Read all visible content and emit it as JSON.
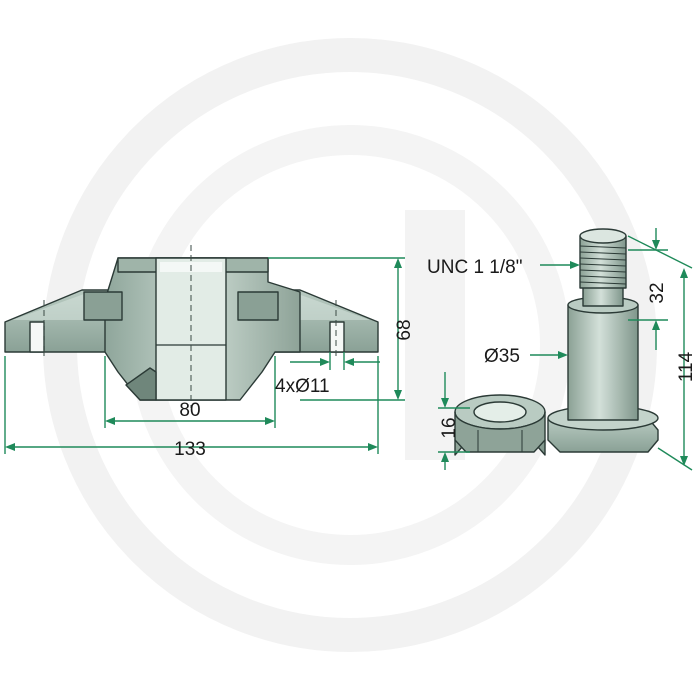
{
  "colors": {
    "dimension": "#1f8a5a",
    "part_light": "#c7d5ce",
    "part_mid": "#a9bdb3",
    "part_dark": "#7f958b",
    "watermark": "#f1f1f1"
  },
  "watermark_icon": "circular-brand-logo",
  "dimensions": {
    "hub_height": "68",
    "hole_spec": "4xØ11",
    "bore_width": "80",
    "overall_width": "133",
    "thread_spec": "UNC 1 1/8\"",
    "thread_length": "32",
    "pin_diameter": "Ø35",
    "pin_length": "114",
    "nut_height": "16"
  }
}
